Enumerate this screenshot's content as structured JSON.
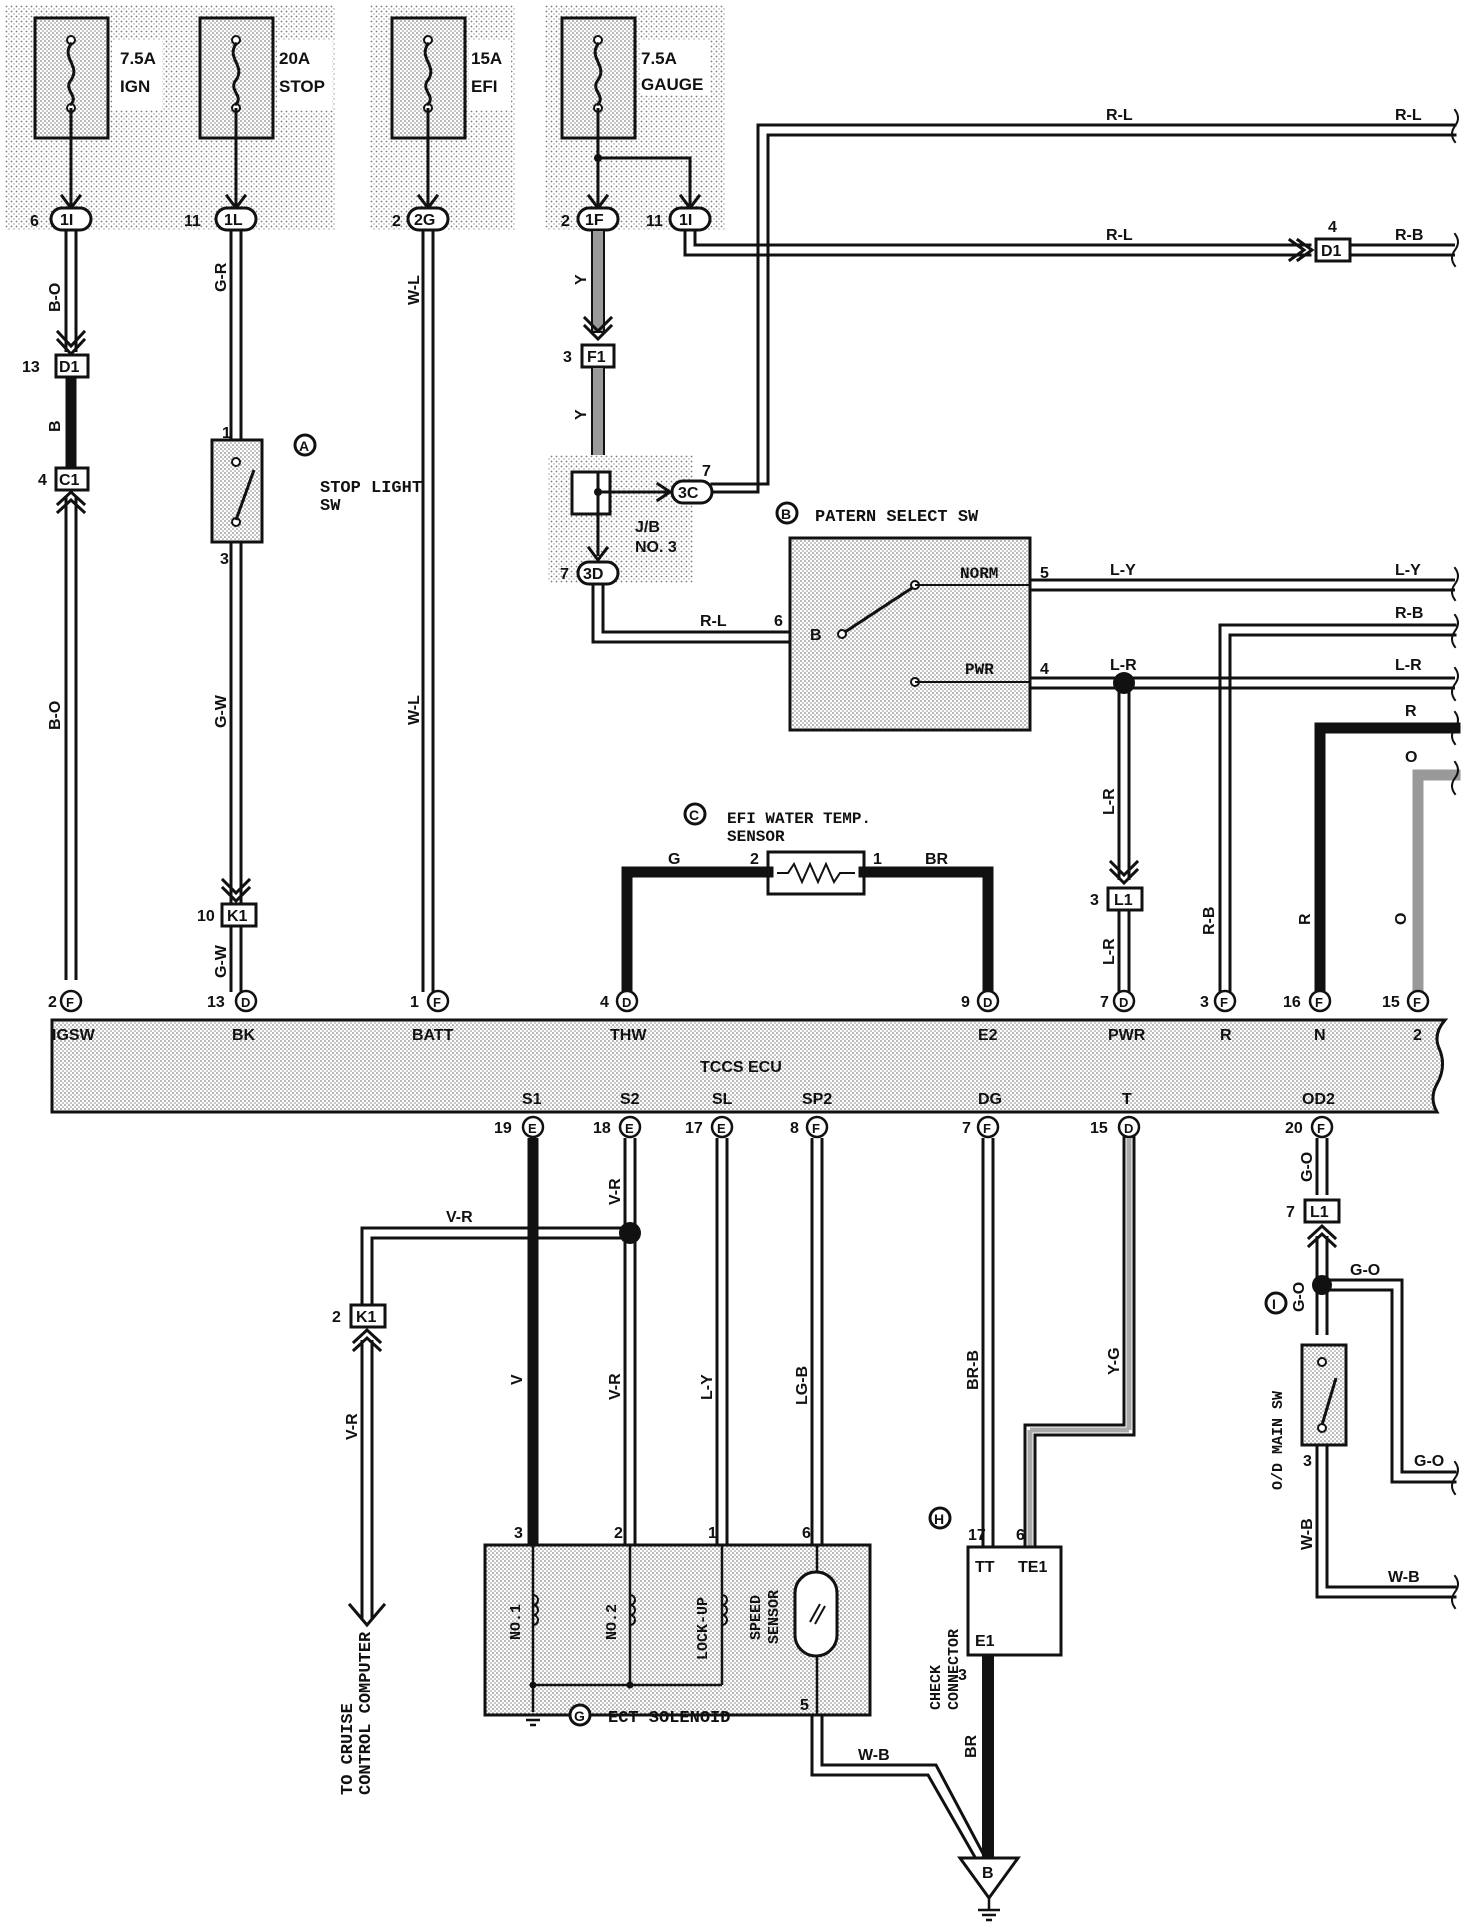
{
  "fuses": [
    {
      "amp": "7.5A",
      "name": "IGN",
      "pin": "6",
      "conn": "1I"
    },
    {
      "amp": "20A",
      "name": "STOP",
      "pin": "11",
      "conn": "1L"
    },
    {
      "amp": "15A",
      "name": "EFI",
      "pin": "2",
      "conn": "2G"
    },
    {
      "amp": "7.5A",
      "name": "GAUGE",
      "pin": "2",
      "conn": "1F",
      "pin2": "11",
      "conn2": "1I"
    }
  ],
  "wires": {
    "b_o": "B-O",
    "b": "B",
    "g_r": "G-R",
    "g_w": "G-W",
    "w_l": "W-L",
    "y": "Y",
    "r_l": "R-L",
    "r_b": "R-B",
    "l_y": "L-Y",
    "l_r": "L-R",
    "r": "R",
    "o": "O",
    "g": "G",
    "br": "BR",
    "v_r": "V-R",
    "v": "V",
    "lg_b": "LG-B",
    "br_b": "BR-B",
    "y_g": "Y-G",
    "g_o": "G-O",
    "w_b": "W-B"
  },
  "connectors": {
    "d1_13": {
      "pin": "13",
      "id": "D1"
    },
    "c1_4": {
      "pin": "4",
      "id": "C1"
    },
    "f1_3": {
      "pin": "3",
      "id": "F1"
    },
    "k1_10": {
      "pin": "10",
      "id": "K1"
    },
    "d1_4": {
      "pin": "4",
      "id": "D1"
    },
    "l1_3": {
      "pin": "3",
      "id": "L1"
    },
    "l1_7": {
      "pin": "7",
      "id": "L1"
    },
    "k1_2": {
      "pin": "2",
      "id": "K1"
    },
    "jb_3c": {
      "pin": "7",
      "id": "3C"
    },
    "jb_3d": {
      "pin": "7",
      "id": "3D"
    }
  },
  "components": {
    "stop_sw": {
      "marker": "A",
      "label1": "STOP LIGHT",
      "label2": "SW",
      "pin_top": "1",
      "pin_bottom": "3"
    },
    "pattern_sw": {
      "marker": "B",
      "label": "PATERN SELECT SW",
      "norm": "NORM",
      "pwr": "PWR",
      "b": "B",
      "pin_b": "6",
      "pin_norm": "5",
      "pin_pwr": "4"
    },
    "water_temp": {
      "marker": "C",
      "label1": "EFI WATER TEMP.",
      "label2": "SENSOR",
      "pin2": "2",
      "pin1": "1"
    },
    "jb3": {
      "label1": "J/B",
      "label2": "NO. 3"
    },
    "ect": {
      "marker": "G",
      "label": "ECT SOLENOID",
      "no1": "NO.1",
      "no2": "NO.2",
      "lockup": "LOCK-UP",
      "speed1": "SPEED",
      "speed2": "SENSOR",
      "p3": "3",
      "p2": "2",
      "p1": "1",
      "p6": "6",
      "p5": "5"
    },
    "check": {
      "marker": "H",
      "label1": "CHECK",
      "label2": "CONNECTOR",
      "tt": "TT",
      "te1": "TE1",
      "e1": "E1",
      "p17": "17",
      "p6": "6",
      "p3": "3"
    },
    "od_sw": {
      "marker": "I",
      "label": "O/D MAIN SW",
      "pin": "3"
    },
    "ground_b": "B",
    "cruise": {
      "line1": "TO CRUISE",
      "line2": "CONTROL COMPUTER"
    }
  },
  "ecu": {
    "title": "TCCS ECU",
    "top_pins": [
      {
        "pin": "2",
        "conn": "F",
        "name": "IGSW"
      },
      {
        "pin": "13",
        "conn": "D",
        "name": "BK"
      },
      {
        "pin": "1",
        "conn": "F",
        "name": "BATT"
      },
      {
        "pin": "4",
        "conn": "D",
        "name": "THW"
      },
      {
        "pin": "9",
        "conn": "D",
        "name": "E2"
      },
      {
        "pin": "7",
        "conn": "D",
        "name": "PWR"
      },
      {
        "pin": "3",
        "conn": "F",
        "name": "R"
      },
      {
        "pin": "16",
        "conn": "F",
        "name": "N"
      },
      {
        "pin": "15",
        "conn": "F",
        "name": "2"
      }
    ],
    "bottom_pins": [
      {
        "pin": "19",
        "conn": "E",
        "name": "S1"
      },
      {
        "pin": "18",
        "conn": "E",
        "name": "S2"
      },
      {
        "pin": "17",
        "conn": "E",
        "name": "SL"
      },
      {
        "pin": "8",
        "conn": "F",
        "name": "SP2"
      },
      {
        "pin": "7",
        "conn": "F",
        "name": "DG"
      },
      {
        "pin": "15",
        "conn": "D",
        "name": "T"
      },
      {
        "pin": "20",
        "conn": "F",
        "name": "OD2"
      }
    ]
  }
}
